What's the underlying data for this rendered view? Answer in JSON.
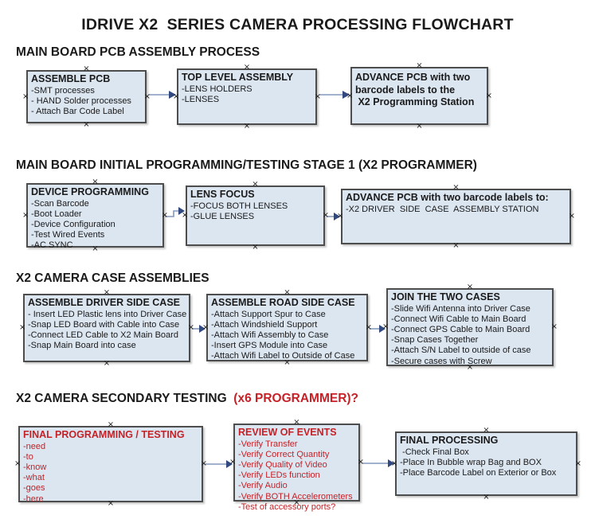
{
  "title": "IDRIVE X2  SERIES CAMERA PROCESSING FLOWCHART",
  "colors": {
    "background": "#ffffff",
    "box_fill": "#dce6f1",
    "box_border": "#4d4d4d",
    "text_black": "#1a1a1a",
    "text_red": "#c52127",
    "arrow_line": "#8399bd",
    "arrow_head": "#31497e",
    "handle": "#1b1b1b"
  },
  "icons": {
    "connector_handle": "×",
    "flow_arrow": "right-arrow"
  },
  "sections": [
    {
      "heading": [
        {
          "text": "MAIN BOARD PCB ASSEMBLY PROCESS",
          "color": "black"
        }
      ],
      "boxes": [
        {
          "title_lines": [
            "ASSEMBLE PCB"
          ],
          "items": [
            "-SMT processes",
            "- HAND Solder processes",
            "- Attach Bar Code Label"
          ]
        },
        {
          "title_lines": [
            "TOP LEVEL ASSEMBLY"
          ],
          "items": [
            "-LENS HOLDERS",
            "-LENSES"
          ]
        },
        {
          "title_lines": [
            "ADVANCE PCB with two",
            "barcode labels to the",
            " X2 Programming Station"
          ],
          "items": []
        }
      ]
    },
    {
      "heading": [
        {
          "text": "MAIN BOARD INITIAL PROGRAMMING/TESTING STAGE 1 (X2 PROGRAMMER)",
          "color": "black"
        }
      ],
      "boxes": [
        {
          "title_lines": [
            "DEVICE PROGRAMMING"
          ],
          "items": [
            "-Scan Barcode",
            "-Boot Loader",
            "-Device Configuration",
            "-Test Wired Events",
            "-AC SYNC"
          ]
        },
        {
          "title_lines": [
            "LENS FOCUS"
          ],
          "items": [
            "-FOCUS BOTH LENSES",
            "-GLUE LENSES"
          ]
        },
        {
          "title_lines": [
            "ADVANCE PCB with two barcode labels to:"
          ],
          "items": [
            "-X2 DRIVER  SIDE  CASE  ASSEMBLY STATION"
          ]
        }
      ]
    },
    {
      "heading": [
        {
          "text": "X2 CAMERA CASE ASSEMBLIES",
          "color": "black"
        }
      ],
      "boxes": [
        {
          "title_lines": [
            "ASSEMBLE DRIVER SIDE CASE"
          ],
          "items": [
            "- Insert LED Plastic lens into Driver Case",
            "-Snap LED Board with Cable into Case",
            "-Connect LED Cable to X2 Main Board",
            "-Snap Main Board into case"
          ]
        },
        {
          "title_lines": [
            "ASSEMBLE ROAD SIDE CASE"
          ],
          "items": [
            "-Attach Support Spur to Case",
            "-Attach Windshield Support",
            "-Attach Wifi Assembly to Case",
            "-Insert GPS Module into Case",
            "-Attach Wifi Label to Outside of Case"
          ]
        },
        {
          "title_lines": [
            "JOIN THE TWO CASES"
          ],
          "items": [
            "-Slide Wifi Antenna into Driver Case",
            "-Connect Wifi Cable to Main Board",
            "-Connect GPS Cable to Main Board",
            "-Snap Cases Together",
            "-Attach S/N Label to outside of case",
            "-Secure cases with Screw"
          ]
        }
      ]
    },
    {
      "heading": [
        {
          "text": "X2 CAMERA SECONDARY TESTING  ",
          "color": "black"
        },
        {
          "text": "(x6 PROGRAMMER)?",
          "color": "red"
        }
      ],
      "boxes": [
        {
          "title_lines": [
            "FINAL PROGRAMMING / TESTING"
          ],
          "color": "red",
          "items": [
            "-need",
            "-to",
            "-know",
            "-what",
            "-goes",
            "-here"
          ]
        },
        {
          "title_lines": [
            "REVIEW OF EVENTS"
          ],
          "color": "red",
          "items": [
            "-Verify Transfer",
            "-Verify Correct Quantity",
            "-Verify Quality of Video",
            "-Verify LEDs function",
            "-Verify Audio",
            "-Verify BOTH Accelerometers",
            "-Test of accessory ports?"
          ]
        },
        {
          "title_lines": [
            "FINAL PROCESSING"
          ],
          "items": [
            " -Check Final Box",
            "-Place In Bubble wrap Bag and BOX",
            "-Place Barcode Label on Exterior or Box"
          ]
        }
      ]
    }
  ]
}
